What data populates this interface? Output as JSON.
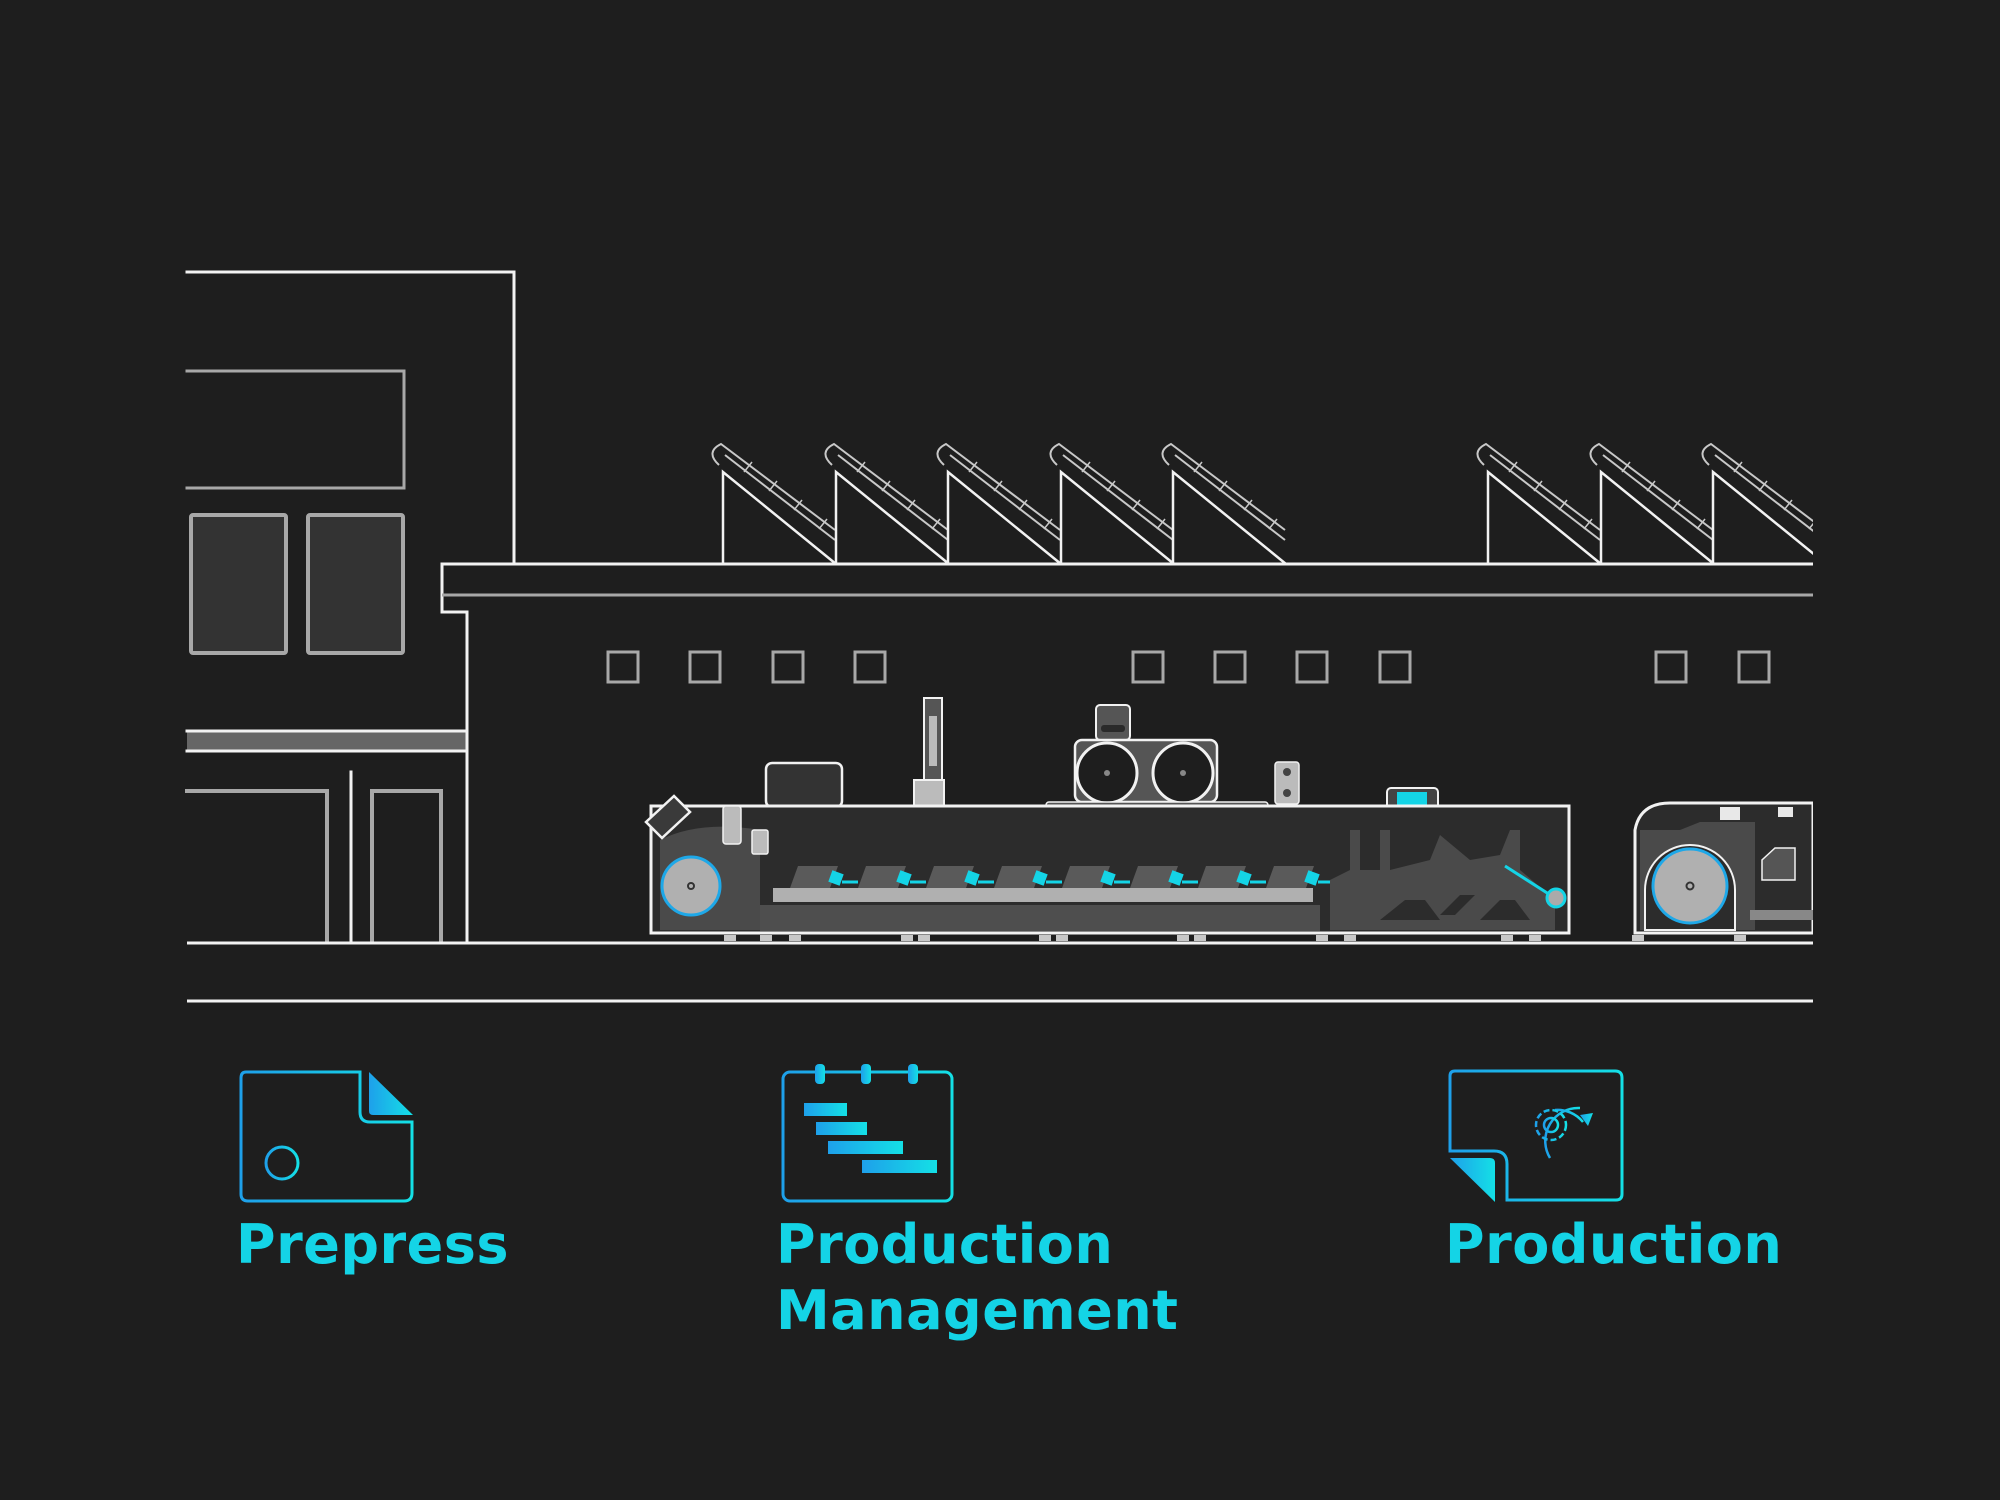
{
  "scene": {
    "description": "Print factory cross-section with solar panels and a label printing press line",
    "stages": [
      {
        "label": "Prepress",
        "icon": "document-crosshair-icon"
      },
      {
        "label_line1": "Production",
        "label_line2": "Management",
        "icon": "gantt-calendar-icon"
      },
      {
        "label": "Production",
        "icon": "document-gear-cycle-icon"
      }
    ]
  },
  "colors": {
    "background": "#1e1e1e",
    "line_white": "#f2f2f2",
    "line_gray": "#a8a8a8",
    "machine_body": "#4a4a4a",
    "machine_dark": "#2c2c2c",
    "accent_cyan": "#14d4e6",
    "accent_blue": "#1ea8e8"
  }
}
